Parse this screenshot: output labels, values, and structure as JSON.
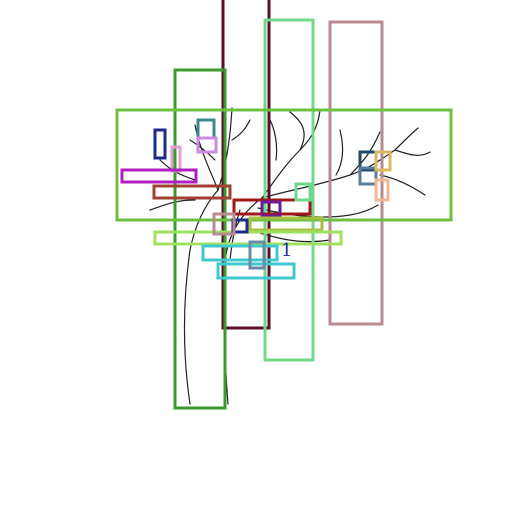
{
  "canvas": {
    "background": "#ffffff"
  },
  "annotation_label": {
    "text": "1",
    "color": "#1c2aa6"
  },
  "boxes": [
    {
      "id": "dark-maroon-tall",
      "color": "#5a0f2a"
    },
    {
      "id": "light-green-tall",
      "color": "#6fd98a"
    },
    {
      "id": "mauve-tall",
      "color": "#b88a90"
    },
    {
      "id": "green-trunk",
      "color": "#3a9a2e"
    },
    {
      "id": "green-canopy",
      "color": "#6cc040"
    },
    {
      "id": "teal-small",
      "color": "#3b8a8a"
    },
    {
      "id": "lilac-small",
      "color": "#c98ae0"
    },
    {
      "id": "navy-small",
      "color": "#1c2a8a"
    },
    {
      "id": "pink-thin",
      "color": "#e0a0d0"
    },
    {
      "id": "magenta-wide",
      "color": "#b020c0"
    },
    {
      "id": "brown-wide",
      "color": "#a04030"
    },
    {
      "id": "dark-red-wide",
      "color": "#a01818"
    },
    {
      "id": "purple-small",
      "color": "#6a1a9a"
    },
    {
      "id": "green-small-square",
      "color": "#6fd98a"
    },
    {
      "id": "olive-wide",
      "color": "#a8c040"
    },
    {
      "id": "lime-wide",
      "color": "#a0e060"
    },
    {
      "id": "navy-mid",
      "color": "#1c2a8a"
    },
    {
      "id": "cyan-wide",
      "color": "#40c8d0"
    },
    {
      "id": "cyan-wide-2",
      "color": "#40c8d0"
    },
    {
      "id": "steel-small",
      "color": "#6a8aa8"
    },
    {
      "id": "mauve-small-square",
      "color": "#b88a90"
    },
    {
      "id": "dark-teal-small",
      "color": "#1c4a6a"
    },
    {
      "id": "slate-small",
      "color": "#5a7aa0"
    },
    {
      "id": "gold-small",
      "color": "#d8b860"
    },
    {
      "id": "peach-small",
      "color": "#f0b890"
    }
  ]
}
